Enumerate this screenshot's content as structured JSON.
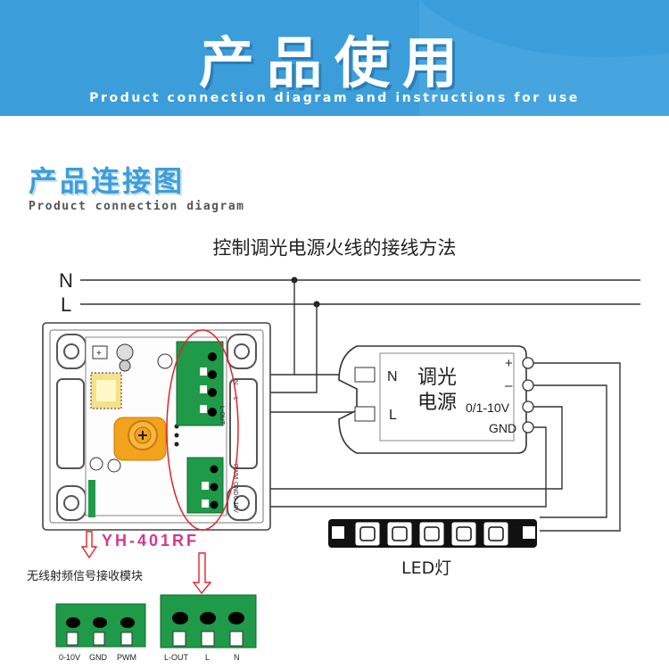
{
  "header": {
    "title": "产品使用",
    "subtitle": "Product connection diagram and instructions for use",
    "bg_color": "#3b9edb"
  },
  "section": {
    "title": "产品连接图",
    "subtitle": "Product connection diagram"
  },
  "method_title": "控制调光电源火线的接线方法",
  "mains": {
    "neutral": "N",
    "live": "L"
  },
  "module": {
    "model": "YH-401RF",
    "name": "无线射频信号接收模块",
    "term_upper": [
      "N",
      "L",
      "L-OUT"
    ],
    "term_lower": [
      "PWM",
      "GND",
      "0-10V"
    ]
  },
  "driver": {
    "name_line1": "调光",
    "name_line2": "电源",
    "input_n": "N",
    "input_l": "L",
    "out_plus": "+",
    "out_minus": "–",
    "out_dim": "0/1-10V",
    "out_gnd": "GND"
  },
  "led": {
    "label": "LED灯"
  },
  "zoom_left": {
    "labels": [
      "0-10V",
      "GND",
      "PWM"
    ]
  },
  "zoom_right": {
    "labels": [
      "L-OUT",
      "L",
      "N"
    ]
  },
  "colors": {
    "accent": "#3b9edb",
    "terminal_green": "#1f9a48",
    "highlight_red": "#e3242b",
    "knob_orange": "#f2a21c",
    "arrow_red": "#e3242b"
  }
}
